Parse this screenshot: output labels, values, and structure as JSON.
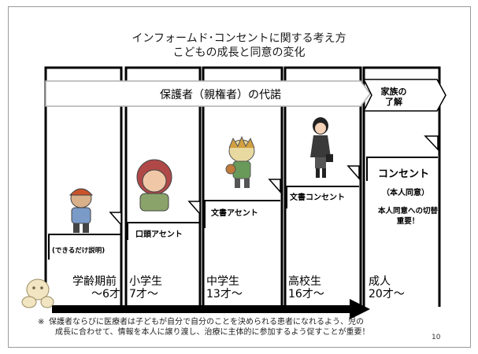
{
  "title": {
    "line1": "インフォームド･コンセントに関する考え方",
    "line2": "こどもの成長と同意の変化"
  },
  "banner": {
    "main": "保護者（親権者）の代諾",
    "family_line1": "家族の",
    "family_line2": "了解"
  },
  "steps": {
    "explanation": "(できるだけ説明)",
    "oral_assent": "口頭アセント",
    "written_assent": "文書アセント",
    "written_consent": "文書コンセント"
  },
  "consent": {
    "title": "コンセント",
    "sub": "（本人同意）",
    "note_line1": "本人同意への切替",
    "note_line2": "重要！"
  },
  "stages": [
    {
      "name": "学齢期前",
      "age": "～6才"
    },
    {
      "name": "小学生",
      "age": "7才～"
    },
    {
      "name": "中学生",
      "age": "13才～"
    },
    {
      "name": "高校生",
      "age": "16才～"
    },
    {
      "name": "成人",
      "age": "20才～"
    }
  ],
  "footnote": {
    "mark": "※",
    "line1": "保護者ならびに医療者は子どもが自分で自分のことを決められる患者になれるよう、児の",
    "line2": "成長に合わせて、情報を本人に譲り渡し、治療に主体的に参加するよう促すことが重要！"
  },
  "page_number": "10",
  "colors": {
    "arrow": "#000000",
    "frame": "#9a9a9a",
    "step_line": "#000000"
  },
  "icons": [
    "infant-icon",
    "toddler-icon",
    "elementary-child-icon",
    "middle-school-child-icon",
    "high-school-student-icon"
  ]
}
